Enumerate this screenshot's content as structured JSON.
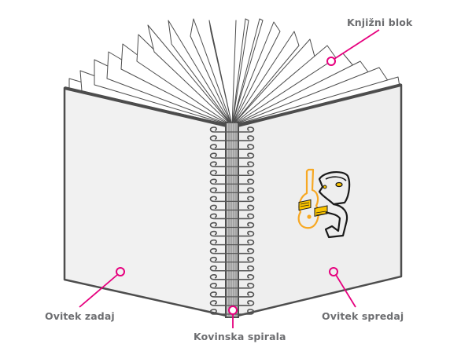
{
  "diagram": {
    "title": "Spiral-bound book parts",
    "labels": {
      "book_block": "Knjižni blok",
      "back_cover": "Ovitek zadaj",
      "front_cover": "Ovitek spredaj",
      "metal_spiral": "Kovinska spirala"
    },
    "colors": {
      "callout": "#e6007e",
      "label_text": "#6d6e71",
      "outline": "#4d4d4d",
      "cover_fill": "#f1f1f1",
      "page_fill": "#ffffff",
      "logo_orange": "#f7a823",
      "logo_yellow": "#fbc400",
      "logo_black": "#1a1a1a"
    },
    "front_cover_logo": "guitar-player-illustration",
    "spiral_loops_count": 22
  }
}
